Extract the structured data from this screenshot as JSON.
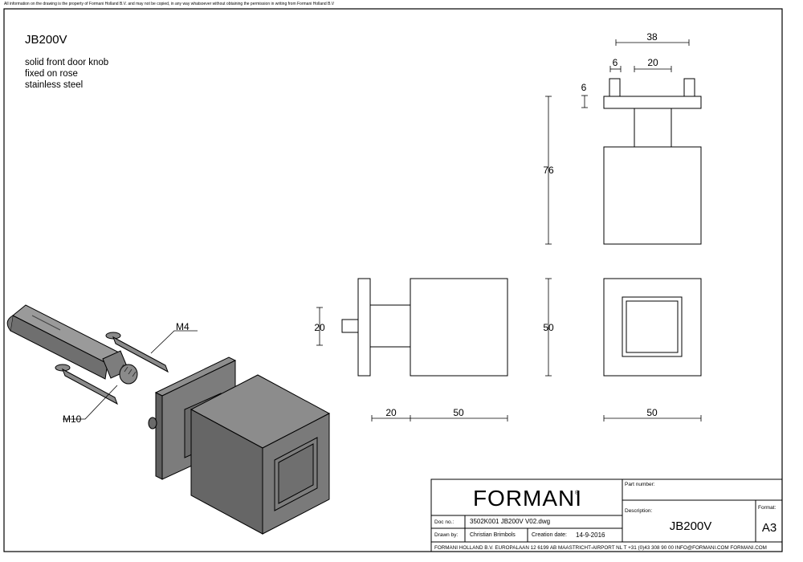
{
  "notice": "All information on the drawing is the property of Formani Holland B.V. and may not be copied, in any way whatsoever without obtaining the permission in writing from Formani Holland B.V",
  "title": "JB200V",
  "description_lines": [
    "solid front door knob",
    "fixed on rose",
    "stainless steel"
  ],
  "labels": {
    "m4": "M4",
    "m10": "M10"
  },
  "dimensions": {
    "top_overall": "38",
    "top_left": "6",
    "top_mid": "20",
    "top_height": "6",
    "height_76": "76",
    "side_spindle": "20",
    "side_height": "50",
    "bottom_left": "20",
    "bottom_mid": "50",
    "front_width": "50"
  },
  "titleblock": {
    "logo": "FORMANI",
    "logo_mark": "®",
    "part_number_label": "Part number:",
    "description_label": "Description:",
    "description_value": "JB200V",
    "format_label": "Format:",
    "format_value": "A3",
    "doc_label": "Doc no.:",
    "doc_value": "3502K001 JB200V V02.dwg",
    "drawn_label": "Drawn by:",
    "drawn_value": "Christian Brimbols",
    "creation_label": "Creation date:",
    "creation_value": "14-9-2016",
    "footer": "FORMANI HOLLAND B.V.  EUROPALAAN 12  6199 AB MAASTRICHT-AIRPORT NL  T +31 (0)43 308 90 00 INFO@FORMANI.COM FORMANI.COM"
  }
}
